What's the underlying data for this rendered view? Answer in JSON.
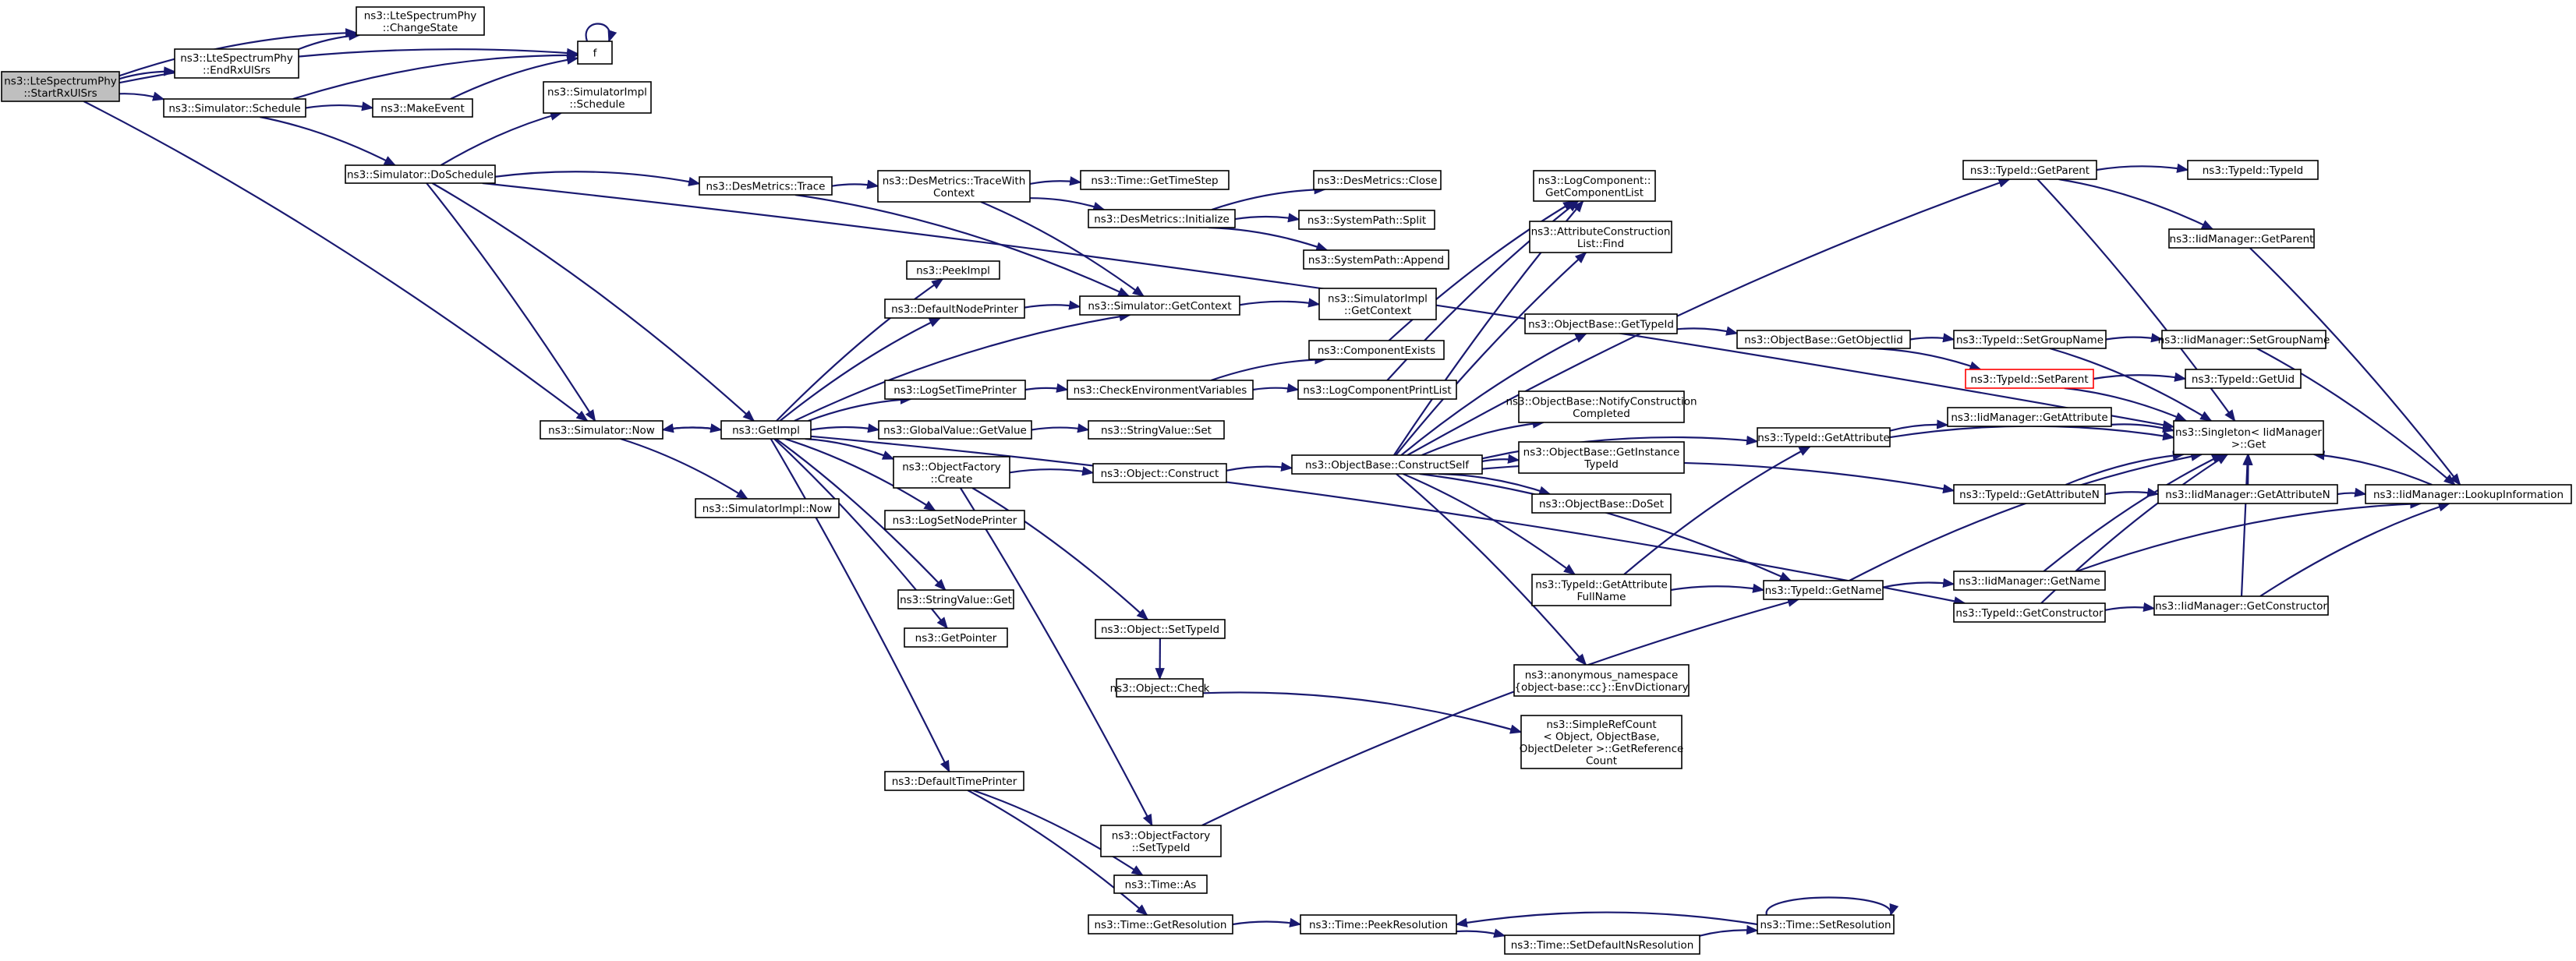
{
  "diagram": {
    "type": "call-graph",
    "colors": {
      "edge": "#191970",
      "node_border": "#000000",
      "root_fill": "#bfbfbf",
      "truncated_border": "#ff0000"
    },
    "nodes": [
      {
        "id": "start",
        "lines": [
          "ns3::LteSpectrumPhy",
          "::StartRxUlSrs"
        ],
        "root": true
      },
      {
        "id": "change",
        "lines": [
          "ns3::LteSpectrumPhy",
          "::ChangeState"
        ]
      },
      {
        "id": "endrx",
        "lines": [
          "ns3::LteSpectrumPhy",
          "::EndRxUlSrs"
        ]
      },
      {
        "id": "f",
        "lines": [
          "f"
        ]
      },
      {
        "id": "sched",
        "lines": [
          "ns3::Simulator::Schedule"
        ]
      },
      {
        "id": "mkevent",
        "lines": [
          "ns3::MakeEvent"
        ]
      },
      {
        "id": "simimplsched",
        "lines": [
          "ns3::SimulatorImpl",
          "::Schedule"
        ]
      },
      {
        "id": "dosched",
        "lines": [
          "ns3::Simulator::DoSchedule"
        ]
      },
      {
        "id": "desTrace",
        "lines": [
          "ns3::DesMetrics::Trace"
        ]
      },
      {
        "id": "traceWith",
        "lines": [
          "ns3::DesMetrics::TraceWith",
          "Context"
        ]
      },
      {
        "id": "getTimeStep",
        "lines": [
          "ns3::Time::GetTimeStep"
        ]
      },
      {
        "id": "desClose",
        "lines": [
          "ns3::DesMetrics::Close"
        ]
      },
      {
        "id": "desInit",
        "lines": [
          "ns3::DesMetrics::Initialize"
        ]
      },
      {
        "id": "split",
        "lines": [
          "ns3::SystemPath::Split"
        ]
      },
      {
        "id": "append",
        "lines": [
          "ns3::SystemPath::Append"
        ]
      },
      {
        "id": "peekImpl",
        "lines": [
          "ns3::PeekImpl"
        ]
      },
      {
        "id": "defNodePrinter",
        "lines": [
          "ns3::DefaultNodePrinter"
        ]
      },
      {
        "id": "getContext",
        "lines": [
          "ns3::Simulator::GetContext"
        ]
      },
      {
        "id": "simImplGetCtx",
        "lines": [
          "ns3::SimulatorImpl",
          "::GetContext"
        ]
      },
      {
        "id": "logGetCompList",
        "lines": [
          "ns3::LogComponent::",
          "GetComponentList"
        ]
      },
      {
        "id": "attrConstFind",
        "lines": [
          "ns3::AttributeConstruction",
          "List::Find"
        ]
      },
      {
        "id": "compExists",
        "lines": [
          "ns3::ComponentExists"
        ]
      },
      {
        "id": "logSetTimePrinter",
        "lines": [
          "ns3::LogSetTimePrinter"
        ]
      },
      {
        "id": "checkEnv",
        "lines": [
          "ns3::CheckEnvironmentVariables"
        ]
      },
      {
        "id": "logCompPrintList",
        "lines": [
          "ns3::LogComponentPrintList"
        ]
      },
      {
        "id": "simNow",
        "lines": [
          "ns3::Simulator::Now"
        ]
      },
      {
        "id": "getImpl",
        "lines": [
          "ns3::GetImpl"
        ]
      },
      {
        "id": "gvGetValue",
        "lines": [
          "ns3::GlobalValue::GetValue"
        ]
      },
      {
        "id": "svSet",
        "lines": [
          "ns3::StringValue::Set"
        ]
      },
      {
        "id": "ofCreate",
        "lines": [
          "ns3::ObjectFactory",
          "::Create"
        ]
      },
      {
        "id": "objConstruct",
        "lines": [
          "ns3::Object::Construct"
        ]
      },
      {
        "id": "obConstructSelf",
        "lines": [
          "ns3::ObjectBase::ConstructSelf"
        ]
      },
      {
        "id": "simImplNow",
        "lines": [
          "ns3::SimulatorImpl::Now"
        ]
      },
      {
        "id": "logSetNodePrinter",
        "lines": [
          "ns3::LogSetNodePrinter"
        ]
      },
      {
        "id": "svGet",
        "lines": [
          "ns3::StringValue::Get"
        ]
      },
      {
        "id": "getPointer",
        "lines": [
          "ns3::GetPointer"
        ]
      },
      {
        "id": "objSetTypeId",
        "lines": [
          "ns3::Object::SetTypeId"
        ]
      },
      {
        "id": "objCheck",
        "lines": [
          "ns3::Object::Check"
        ]
      },
      {
        "id": "defTimePrinter",
        "lines": [
          "ns3::DefaultTimePrinter"
        ]
      },
      {
        "id": "ofSetTypeId",
        "lines": [
          "ns3::ObjectFactory",
          "::SetTypeId"
        ]
      },
      {
        "id": "timeAs",
        "lines": [
          "ns3::Time::As"
        ]
      },
      {
        "id": "getRes",
        "lines": [
          "ns3::Time::GetResolution"
        ]
      },
      {
        "id": "peekRes",
        "lines": [
          "ns3::Time::PeekResolution"
        ]
      },
      {
        "id": "setDefNs",
        "lines": [
          "ns3::Time::SetDefaultNsResolution"
        ]
      },
      {
        "id": "setRes",
        "lines": [
          "ns3::Time::SetResolution"
        ]
      },
      {
        "id": "obGetTypeId",
        "lines": [
          "ns3::ObjectBase::GetTypeId"
        ]
      },
      {
        "id": "obNotify",
        "lines": [
          "ns3::ObjectBase::NotifyConstruction",
          "Completed"
        ]
      },
      {
        "id": "obGetInstTid",
        "lines": [
          "ns3::ObjectBase::GetInstance",
          "TypeId"
        ]
      },
      {
        "id": "obDoSet",
        "lines": [
          "ns3::ObjectBase::DoSet"
        ]
      },
      {
        "id": "tidGetAttrFull",
        "lines": [
          "ns3::TypeId::GetAttribute",
          "FullName"
        ]
      },
      {
        "id": "anonEnv",
        "lines": [
          "ns3::anonymous_namespace",
          "{object-base::cc}::EnvDictionary"
        ]
      },
      {
        "id": "simpleRef",
        "lines": [
          "ns3::SimpleRefCount",
          "< Object, ObjectBase,",
          "ObjectDeleter >::GetReference",
          "Count"
        ]
      },
      {
        "id": "obGetObjTid",
        "lines": [
          "ns3::ObjectBase::GetObjectIid"
        ]
      },
      {
        "id": "tidGetAttr",
        "lines": [
          "ns3::TypeId::GetAttribute"
        ]
      },
      {
        "id": "tidGetName",
        "lines": [
          "ns3::TypeId::GetName"
        ]
      },
      {
        "id": "tidGetParent",
        "lines": [
          "ns3::TypeId::GetParent"
        ]
      },
      {
        "id": "tidSetGroup",
        "lines": [
          "ns3::TypeId::SetGroupName"
        ]
      },
      {
        "id": "tidSetParent",
        "lines": [
          "ns3::TypeId::SetParent"
        ],
        "truncated": true
      },
      {
        "id": "iidGetAttr",
        "lines": [
          "ns3::IidManager::GetAttribute"
        ]
      },
      {
        "id": "tidGetAttrN",
        "lines": [
          "ns3::TypeId::GetAttributeN"
        ]
      },
      {
        "id": "iidGetName",
        "lines": [
          "ns3::IidManager::GetName"
        ]
      },
      {
        "id": "tidGetCtor",
        "lines": [
          "ns3::TypeId::GetConstructor"
        ]
      },
      {
        "id": "tidTypeId",
        "lines": [
          "ns3::TypeId::TypeId"
        ]
      },
      {
        "id": "iidGetParent",
        "lines": [
          "ns3::IidManager::GetParent"
        ]
      },
      {
        "id": "iidSetGroup",
        "lines": [
          "ns3::IidManager::SetGroupName"
        ]
      },
      {
        "id": "tidGetUid",
        "lines": [
          "ns3::TypeId::GetUid"
        ]
      },
      {
        "id": "singleton",
        "lines": [
          "ns3::Singleton< IidManager",
          ">::Get"
        ]
      },
      {
        "id": "iidGetAttrN",
        "lines": [
          "ns3::IidManager::GetAttributeN"
        ]
      },
      {
        "id": "iidLookup",
        "lines": [
          "ns3::IidManager::LookupInformation"
        ]
      },
      {
        "id": "iidGetCtor",
        "lines": [
          "ns3::IidManager::GetConstructor"
        ]
      }
    ],
    "edges": [
      [
        "start",
        "change"
      ],
      [
        "start",
        "endrx"
      ],
      [
        "start",
        "f"
      ],
      [
        "start",
        "sched"
      ],
      [
        "start",
        "simNow"
      ],
      [
        "endrx",
        "change"
      ],
      [
        "sched",
        "f"
      ],
      [
        "sched",
        "mkevent"
      ],
      [
        "sched",
        "dosched"
      ],
      [
        "mkevent",
        "f"
      ],
      [
        "f",
        "f"
      ],
      [
        "dosched",
        "simimplsched"
      ],
      [
        "dosched",
        "desTrace"
      ],
      [
        "dosched",
        "simNow"
      ],
      [
        "dosched",
        "getImpl"
      ],
      [
        "dosched",
        "singleton"
      ],
      [
        "desTrace",
        "traceWith"
      ],
      [
        "desTrace",
        "getContext"
      ],
      [
        "traceWith",
        "getTimeStep"
      ],
      [
        "traceWith",
        "desInit"
      ],
      [
        "traceWith",
        "getContext"
      ],
      [
        "desInit",
        "desClose"
      ],
      [
        "desInit",
        "split"
      ],
      [
        "desInit",
        "append"
      ],
      [
        "getImpl",
        "peekImpl"
      ],
      [
        "getImpl",
        "defNodePrinter"
      ],
      [
        "getImpl",
        "getContext"
      ],
      [
        "getImpl",
        "logSetTimePrinter"
      ],
      [
        "getImpl",
        "gvGetValue"
      ],
      [
        "getImpl",
        "ofCreate"
      ],
      [
        "getImpl",
        "logSetNodePrinter"
      ],
      [
        "getImpl",
        "svGet"
      ],
      [
        "getImpl",
        "getPointer"
      ],
      [
        "getImpl",
        "defTimePrinter"
      ],
      [
        "getImpl",
        "tidGetCtor"
      ],
      [
        "getImpl",
        "simNow"
      ],
      [
        "defNodePrinter",
        "getContext"
      ],
      [
        "getContext",
        "simImplGetCtx"
      ],
      [
        "logSetTimePrinter",
        "checkEnv"
      ],
      [
        "checkEnv",
        "compExists"
      ],
      [
        "checkEnv",
        "logCompPrintList"
      ],
      [
        "compExists",
        "logGetCompList"
      ],
      [
        "logCompPrintList",
        "logGetCompList"
      ],
      [
        "simNow",
        "getImpl"
      ],
      [
        "simNow",
        "simImplNow"
      ],
      [
        "gvGetValue",
        "svSet"
      ],
      [
        "ofCreate",
        "objConstruct"
      ],
      [
        "ofCreate",
        "objSetTypeId"
      ],
      [
        "ofCreate",
        "ofSetTypeId"
      ],
      [
        "objConstruct",
        "obConstructSelf"
      ],
      [
        "objSetTypeId",
        "objCheck"
      ],
      [
        "objCheck",
        "simpleRef"
      ],
      [
        "defTimePrinter",
        "timeAs"
      ],
      [
        "defTimePrinter",
        "getRes"
      ],
      [
        "getRes",
        "peekRes"
      ],
      [
        "peekRes",
        "setDefNs"
      ],
      [
        "setDefNs",
        "setRes"
      ],
      [
        "setRes",
        "peekRes"
      ],
      [
        "setRes",
        "setRes"
      ],
      [
        "ofSetTypeId",
        "tidGetName"
      ],
      [
        "obConstructSelf",
        "logGetCompList"
      ],
      [
        "obConstructSelf",
        "attrConstFind"
      ],
      [
        "obConstructSelf",
        "obGetTypeId"
      ],
      [
        "obConstructSelf",
        "obNotify"
      ],
      [
        "obConstructSelf",
        "obGetInstTid"
      ],
      [
        "obConstructSelf",
        "obDoSet"
      ],
      [
        "obConstructSelf",
        "tidGetAttrFull"
      ],
      [
        "obConstructSelf",
        "anonEnv"
      ],
      [
        "obConstructSelf",
        "tidGetAttr"
      ],
      [
        "obConstructSelf",
        "tidGetAttrN"
      ],
      [
        "obConstructSelf",
        "tidGetName"
      ],
      [
        "obConstructSelf",
        "tidGetParent"
      ],
      [
        "obGetTypeId",
        "obGetObjTid"
      ],
      [
        "obGetObjTid",
        "tidSetGroup"
      ],
      [
        "obGetObjTid",
        "tidSetParent"
      ],
      [
        "tidGetAttrFull",
        "tidGetAttr"
      ],
      [
        "tidGetAttrFull",
        "tidGetName"
      ],
      [
        "tidGetAttr",
        "iidGetAttr"
      ],
      [
        "tidGetAttr",
        "singleton"
      ],
      [
        "iidGetAttr",
        "singleton"
      ],
      [
        "tidGetName",
        "iidGetName"
      ],
      [
        "tidGetName",
        "singleton"
      ],
      [
        "iidGetName",
        "iidLookup"
      ],
      [
        "iidGetName",
        "singleton"
      ],
      [
        "tidGetParent",
        "tidTypeId"
      ],
      [
        "tidGetParent",
        "iidGetParent"
      ],
      [
        "tidGetParent",
        "singleton"
      ],
      [
        "iidGetParent",
        "iidLookup"
      ],
      [
        "tidSetGroup",
        "iidSetGroup"
      ],
      [
        "tidSetGroup",
        "singleton"
      ],
      [
        "iidSetGroup",
        "iidLookup"
      ],
      [
        "tidSetParent",
        "tidGetUid"
      ],
      [
        "tidSetParent",
        "singleton"
      ],
      [
        "tidGetAttrN",
        "iidGetAttrN"
      ],
      [
        "tidGetAttrN",
        "singleton"
      ],
      [
        "iidGetAttrN",
        "iidLookup"
      ],
      [
        "iidGetAttrN",
        "singleton"
      ],
      [
        "tidGetCtor",
        "iidGetCtor"
      ],
      [
        "tidGetCtor",
        "singleton"
      ],
      [
        "iidGetCtor",
        "iidLookup"
      ],
      [
        "iidGetCtor",
        "singleton"
      ],
      [
        "iidLookup",
        "singleton"
      ]
    ]
  }
}
